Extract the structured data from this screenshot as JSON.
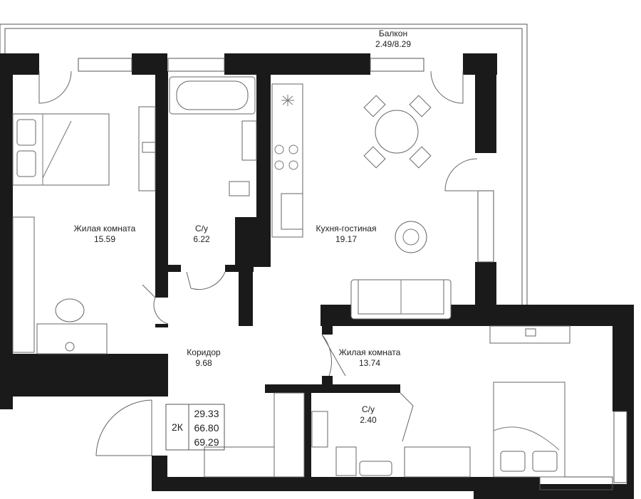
{
  "rooms": {
    "balcony": {
      "name": "Балкон",
      "area": "2.49/8.29"
    },
    "living_room_1": {
      "name": "Жилая комната",
      "area": "15.59"
    },
    "bathroom_1": {
      "name": "С/у",
      "area": "6.22"
    },
    "kitchen_living": {
      "name": "Кухня-гостиная",
      "area": "19.17"
    },
    "corridor": {
      "name": "Коридор",
      "area": "9.68"
    },
    "living_room_2": {
      "name": "Жилая комната",
      "area": "13.74"
    },
    "bathroom_2": {
      "name": "С/у",
      "area": "2.40"
    }
  },
  "summary": {
    "type": "2К",
    "living_area": "29.33",
    "total_area": "66.80",
    "total_with_balcony": "69.29"
  },
  "colors": {
    "wall": "#1a1a1a",
    "line": "#666666",
    "background": "#ffffff"
  }
}
